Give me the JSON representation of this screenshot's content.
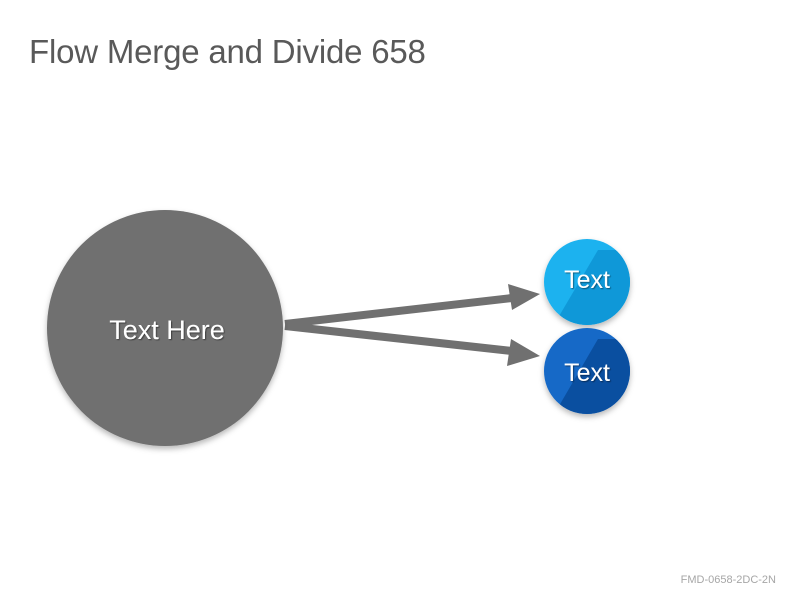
{
  "title": "Flow Merge and Divide 658",
  "source_node": {
    "label": "Text Here",
    "color": "#6f6f6f"
  },
  "target_nodes": [
    {
      "label": "Text",
      "color_light": "#1fb2ef",
      "color_dark": "#0f98d8"
    },
    {
      "label": "Text",
      "color_light": "#1569c7",
      "color_dark": "#0a4fa0"
    }
  ],
  "arrow_color": "#707070",
  "footer_code": "FMD-0658-2DC-2N"
}
